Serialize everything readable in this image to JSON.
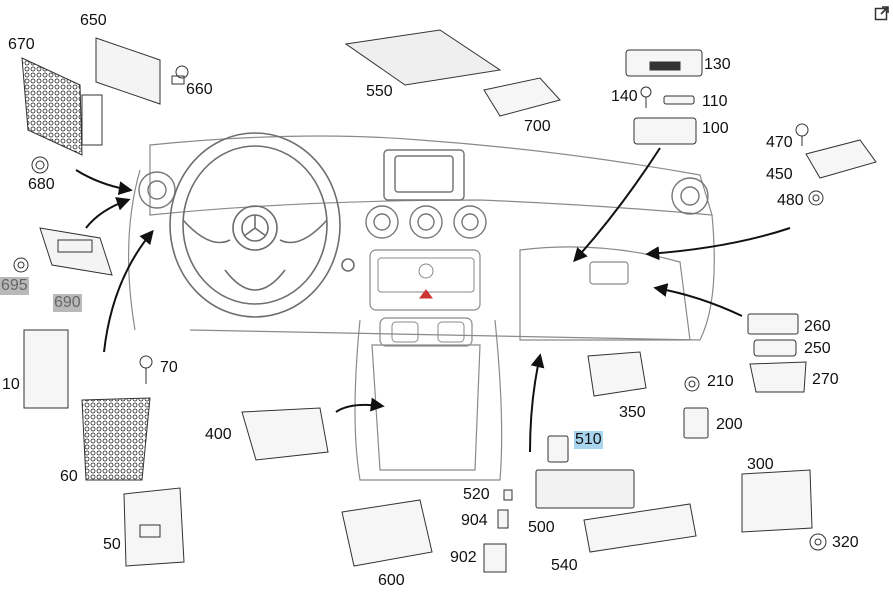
{
  "diagram": {
    "labels": {
      "l650": "650",
      "l670": "670",
      "l660": "660",
      "l680": "680",
      "l550": "550",
      "l700": "700",
      "l130": "130",
      "l140": "140",
      "l110": "110",
      "l100": "100",
      "l470": "470",
      "l450": "450",
      "l480": "480",
      "l695": "695",
      "l690": "690",
      "l10": "10",
      "l70": "70",
      "l60": "60",
      "l50": "50",
      "l400": "400",
      "l260": "260",
      "l250": "250",
      "l270": "270",
      "l350": "350",
      "l210": "210",
      "l200": "200",
      "l510": "510",
      "l300": "300",
      "l520": "520",
      "l904": "904",
      "l902": "902",
      "l500": "500",
      "l540": "540",
      "l600": "600",
      "l320": "320"
    }
  },
  "colors": {
    "line": "#7a7a7a",
    "arrow": "#111111",
    "highlight": "#a8d4ee",
    "grey": "#b9b9b9"
  },
  "icons": {
    "top_right": "external-link-icon"
  }
}
